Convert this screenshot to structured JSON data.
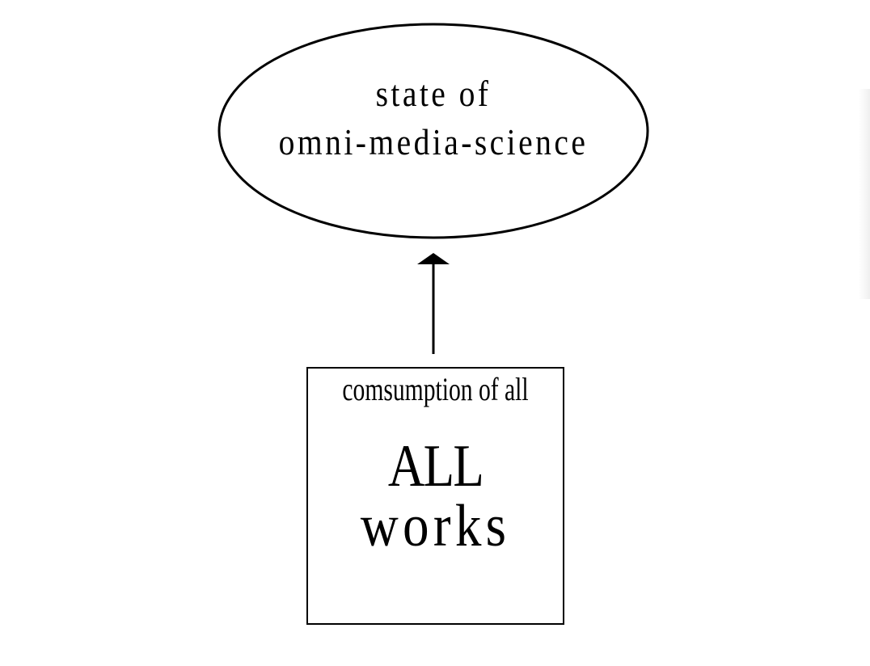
{
  "diagram": {
    "ellipse_node": {
      "line1": "state of",
      "line2": "omni-media-science"
    },
    "box_node": {
      "caption": "comsumption of all",
      "line1": "ALL",
      "line2": "works"
    },
    "edge": {
      "from": "box_node",
      "to": "ellipse_node"
    }
  }
}
